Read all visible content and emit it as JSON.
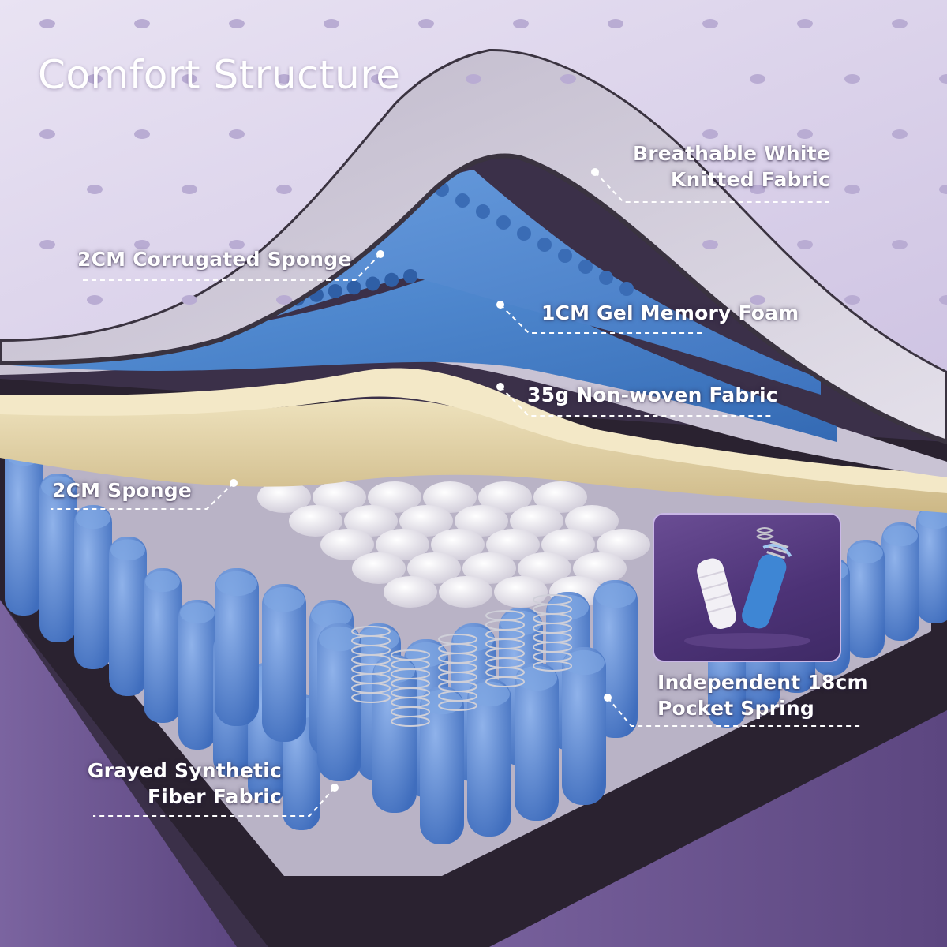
{
  "title": "Comfort Structure",
  "labels": {
    "knitted_fabric": [
      "Breathable White",
      "Knitted Fabric"
    ],
    "corrugated_sponge": "2CM Corrugated Sponge",
    "gel_memory_foam": "1CM Gel Memory Foam",
    "non_woven_fabric": "35g Non-woven Fabric",
    "sponge": "2CM Sponge",
    "pocket_spring": [
      "Independent 18cm",
      "Pocket Spring"
    ],
    "fiber_fabric": [
      "Grayed Synthetic",
      "Fiber Fabric"
    ]
  },
  "colors": {
    "top_fabric": "#d9d0ea",
    "blue_foam": "#4a86cf",
    "cream_sponge": "#e3d2a4",
    "gray_fabric": "#c2bccf",
    "spring_blue": "#5b86cf",
    "frame_dark": "#2a2230",
    "carpet_purple": "#6d5690"
  }
}
